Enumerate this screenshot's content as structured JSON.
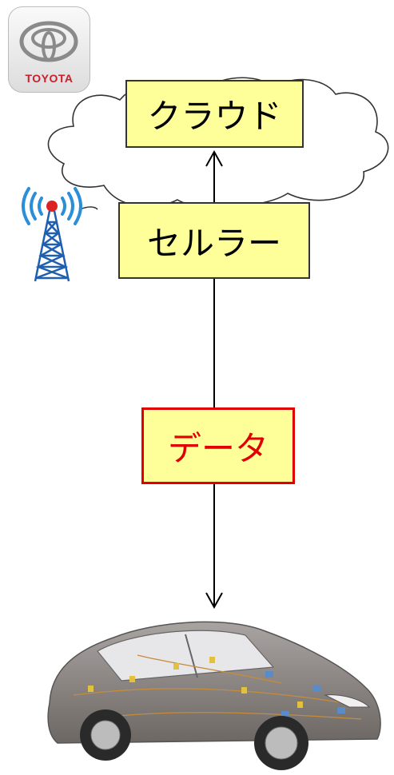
{
  "logo": {
    "text": "TOYOTA",
    "brand_color": "#cc1d2a"
  },
  "nodes": {
    "cloud": {
      "label": "クラウド"
    },
    "cellular": {
      "label": "セルラー"
    },
    "data": {
      "label": "データ",
      "color": "#e00000"
    }
  },
  "colors": {
    "label_fill": "#ffff99",
    "arrow": "#000000"
  },
  "icons": [
    "toyota-logo",
    "cell-tower-icon",
    "cloud-shape",
    "car-illustration"
  ]
}
